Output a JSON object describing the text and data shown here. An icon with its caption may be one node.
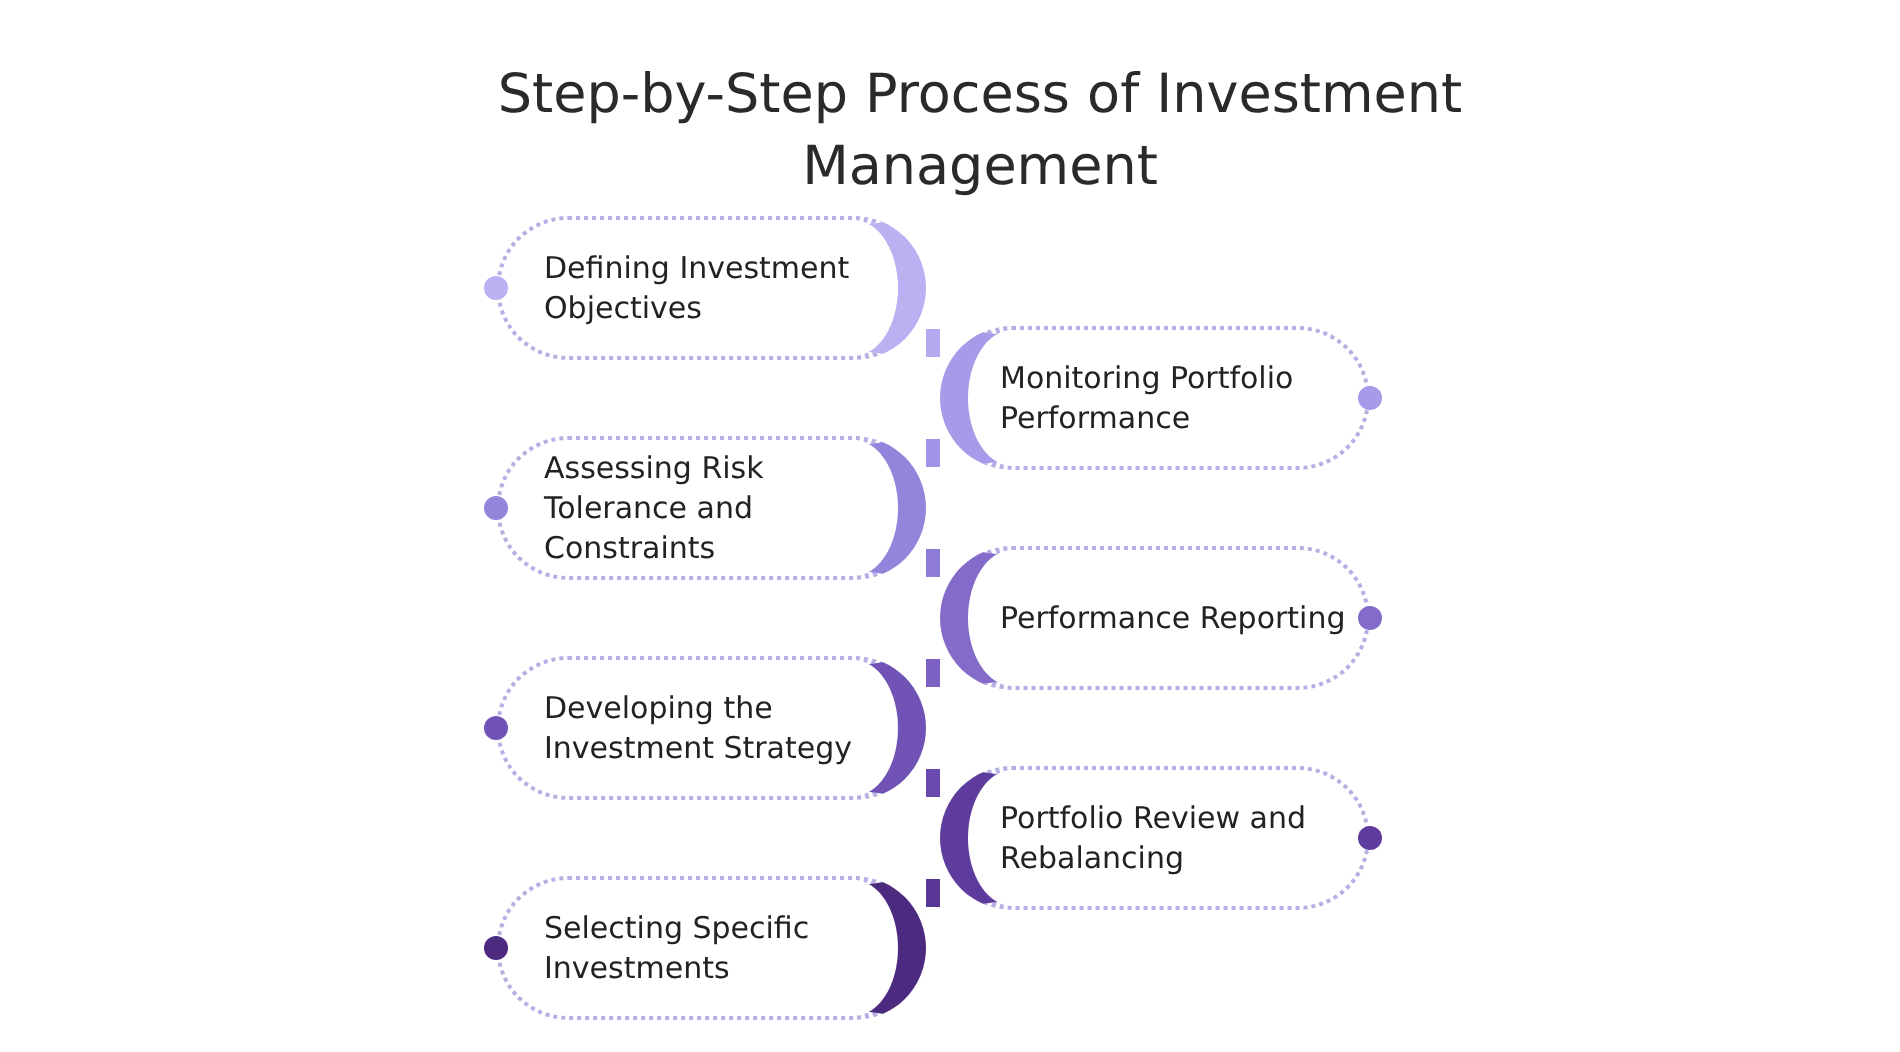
{
  "diagram": {
    "title": "Step-by-Step Process of Investment Management",
    "nodes": [
      {
        "text": [
          "Defining Investment Objectives"
        ]
      },
      {
        "text": [
          "Monitoring Portfolio Performance"
        ]
      },
      {
        "text": [
          "Assessing Risk Tolerance and Constraints"
        ]
      },
      {
        "text": [
          "Performance Reporting"
        ]
      },
      {
        "text": [
          "Developing the Investment Strategy"
        ]
      },
      {
        "text": [
          "Portfolio Review and Rebalancing"
        ]
      },
      {
        "text": [
          "Selecting Specific Investments"
        ]
      }
    ],
    "edges": [
      {
        "from": 0,
        "to": 1,
        "arrow": "none",
        "color": "#b2a9ef"
      },
      {
        "from": 1,
        "to": 2,
        "arrow": "none",
        "color": "#a193e6"
      },
      {
        "from": 2,
        "to": 3,
        "arrow": "none",
        "color": "#8f7bd8"
      },
      {
        "from": 3,
        "to": 4,
        "arrow": "none",
        "color": "#7d62c4"
      },
      {
        "from": 4,
        "to": 5,
        "arrow": "none",
        "color": "#6a4aaf"
      },
      {
        "from": 5,
        "to": 6,
        "arrow": "none",
        "color": "#573696"
      }
    ]
  }
}
